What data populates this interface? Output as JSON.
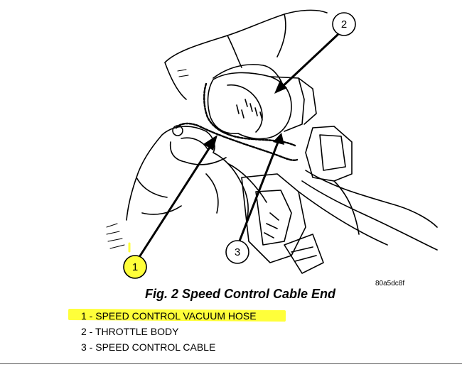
{
  "figure": {
    "title": "Fig. 2 Speed Control Cable End",
    "ref_code": "80a5dc8f"
  },
  "callouts": [
    {
      "number": "1",
      "highlighted": true
    },
    {
      "number": "2",
      "highlighted": false
    },
    {
      "number": "3",
      "highlighted": false
    }
  ],
  "legend": [
    {
      "text": "1 - SPEED CONTROL VACUUM HOSE",
      "highlighted": true
    },
    {
      "text": "2 - THROTTLE BODY",
      "highlighted": false
    },
    {
      "text": "3 - SPEED CONTROL CABLE",
      "highlighted": false
    }
  ],
  "colors": {
    "highlight": "#ffff3a",
    "line": "#000000",
    "callout_fill_highlight": "#ffff3a"
  }
}
